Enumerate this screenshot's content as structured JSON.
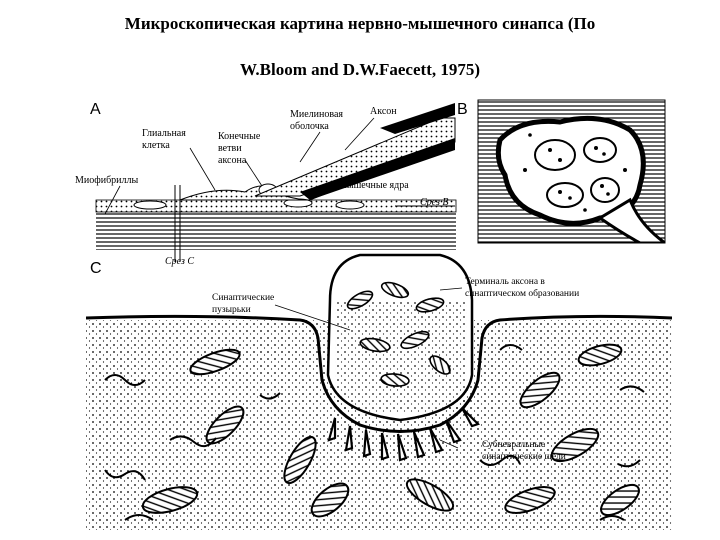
{
  "title_line1": "Микроскопическая картина нервно-мышечного синапса (По",
  "title_line2": "W.Bloom and D.W.Faecett, 1975)",
  "panels": {
    "a": "A",
    "b": "B",
    "c": "C"
  },
  "labels_a": {
    "akson": "Аксон",
    "mielin_1": "Миелиновая",
    "mielin_2": "оболочка",
    "glia_1": "Глиальная",
    "glia_2": "клетка",
    "vetvi_1": "Конечные",
    "vetvi_2": "ветви",
    "vetvi_3": "аксона",
    "miofibrilly": "Миофибриллы",
    "yadra": "Мышечные ядра",
    "srez_b": "Срез B",
    "srez_c": "Срез C"
  },
  "labels_c": {
    "terminal_1": "Терминаль аксона в",
    "terminal_2": "синаптическом образовании",
    "puzyrki_1": "Синаптические",
    "puzyrki_2": "пузырьки",
    "shchel_1": "Субневральные",
    "shchel_2": "синаптические щели"
  }
}
